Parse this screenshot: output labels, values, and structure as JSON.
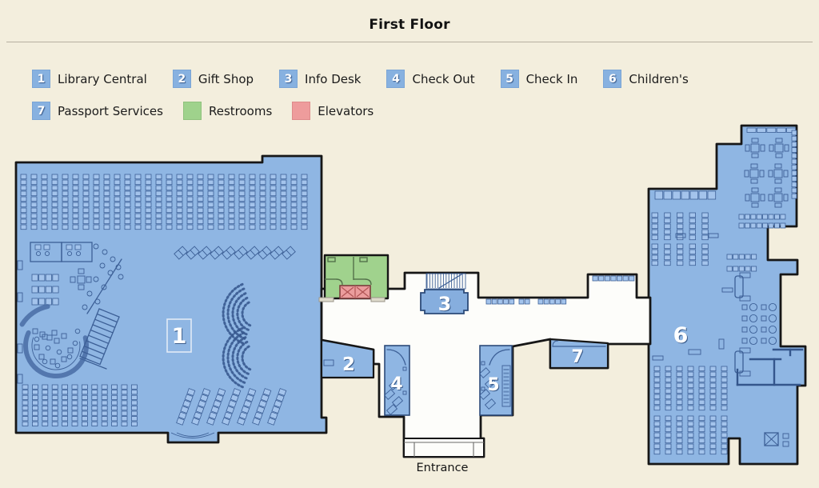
{
  "title": "First Floor",
  "legend": {
    "row1": [
      {
        "number": "1",
        "label": "Library Central"
      },
      {
        "number": "2",
        "label": "Gift Shop"
      },
      {
        "number": "3",
        "label": "Info Desk"
      },
      {
        "number": "4",
        "label": "Check Out"
      },
      {
        "number": "5",
        "label": "Check In"
      },
      {
        "number": "6",
        "label": "Children's"
      }
    ],
    "row2": [
      {
        "number": "7",
        "label": "Passport Services"
      },
      {
        "label": "Restrooms"
      },
      {
        "label": "Elevators"
      }
    ]
  },
  "map": {
    "labels": {
      "library_central": "1",
      "gift_shop": "2",
      "info_desk": "3",
      "check_out": "4",
      "check_in": "5",
      "childrens": "6",
      "passport_services": "7"
    },
    "entrance": "Entrance"
  },
  "colors": {
    "background": "#f3eedd",
    "area_blue": "#8fb6e3",
    "legend_blue": "#87b1e0",
    "restrooms_green": "#9fd28c",
    "elevators_red": "#ee9c9c",
    "outline": "#161616",
    "furniture": "#3c5f96"
  }
}
